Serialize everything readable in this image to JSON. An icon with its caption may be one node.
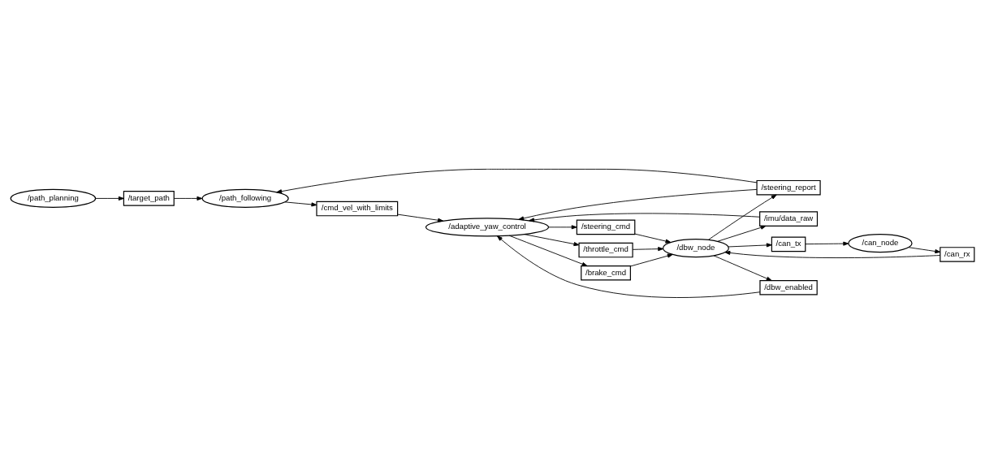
{
  "diagram": {
    "nodes": [
      {
        "text": [
          "/path_planning"
        ]
      },
      {
        "text": [
          "/target_path"
        ]
      },
      {
        "text": [
          "/path_following"
        ]
      },
      {
        "text": [
          "/steering_report"
        ]
      },
      {
        "text": [
          "/can_node"
        ]
      },
      {
        "text": [
          "/dbw_enabled"
        ]
      },
      {
        "text": [
          "/cmd_vel_with_limits"
        ]
      },
      {
        "text": [
          "/can_tx"
        ]
      },
      {
        "text": [
          "/can_rx"
        ]
      },
      {
        "text": [
          "/imu/data_raw"
        ]
      },
      {
        "text": [
          "/steering_cmd"
        ]
      },
      {
        "text": [
          "/throttle_cmd"
        ]
      },
      {
        "text": [
          "/dbw_node"
        ]
      },
      {
        "text": [
          "/brake_cmd"
        ]
      },
      {
        "text": [
          "/adaptive_yaw_control"
        ]
      }
    ],
    "edges": [
      {
        "from": 0,
        "to": 1,
        "arrow": "to"
      },
      {
        "from": 1,
        "to": 2,
        "arrow": "to"
      },
      {
        "from": 3,
        "to": 2,
        "arrow": "to"
      },
      {
        "from": 2,
        "to": 6,
        "arrow": "to"
      },
      {
        "from": 6,
        "to": 14,
        "arrow": "to"
      },
      {
        "from": 3,
        "to": 14,
        "arrow": "to"
      },
      {
        "from": 5,
        "to": 14,
        "arrow": "to"
      },
      {
        "from": 9,
        "to": 14,
        "arrow": "to"
      },
      {
        "from": 14,
        "to": 10,
        "arrow": "to"
      },
      {
        "from": 14,
        "to": 11,
        "arrow": "to"
      },
      {
        "from": 14,
        "to": 13,
        "arrow": "to"
      },
      {
        "from": 10,
        "to": 12,
        "arrow": "to"
      },
      {
        "from": 11,
        "to": 12,
        "arrow": "to"
      },
      {
        "from": 13,
        "to": 12,
        "arrow": "to"
      },
      {
        "from": 12,
        "to": 3,
        "arrow": "to"
      },
      {
        "from": 12,
        "to": 5,
        "arrow": "to"
      },
      {
        "from": 12,
        "to": 9,
        "arrow": "to"
      },
      {
        "from": 12,
        "to": 7,
        "arrow": "to"
      },
      {
        "from": 7,
        "to": 4,
        "arrow": "to"
      },
      {
        "from": 4,
        "to": 8,
        "arrow": "to"
      },
      {
        "from": 8,
        "to": 12,
        "arrow": "to"
      }
    ]
  }
}
